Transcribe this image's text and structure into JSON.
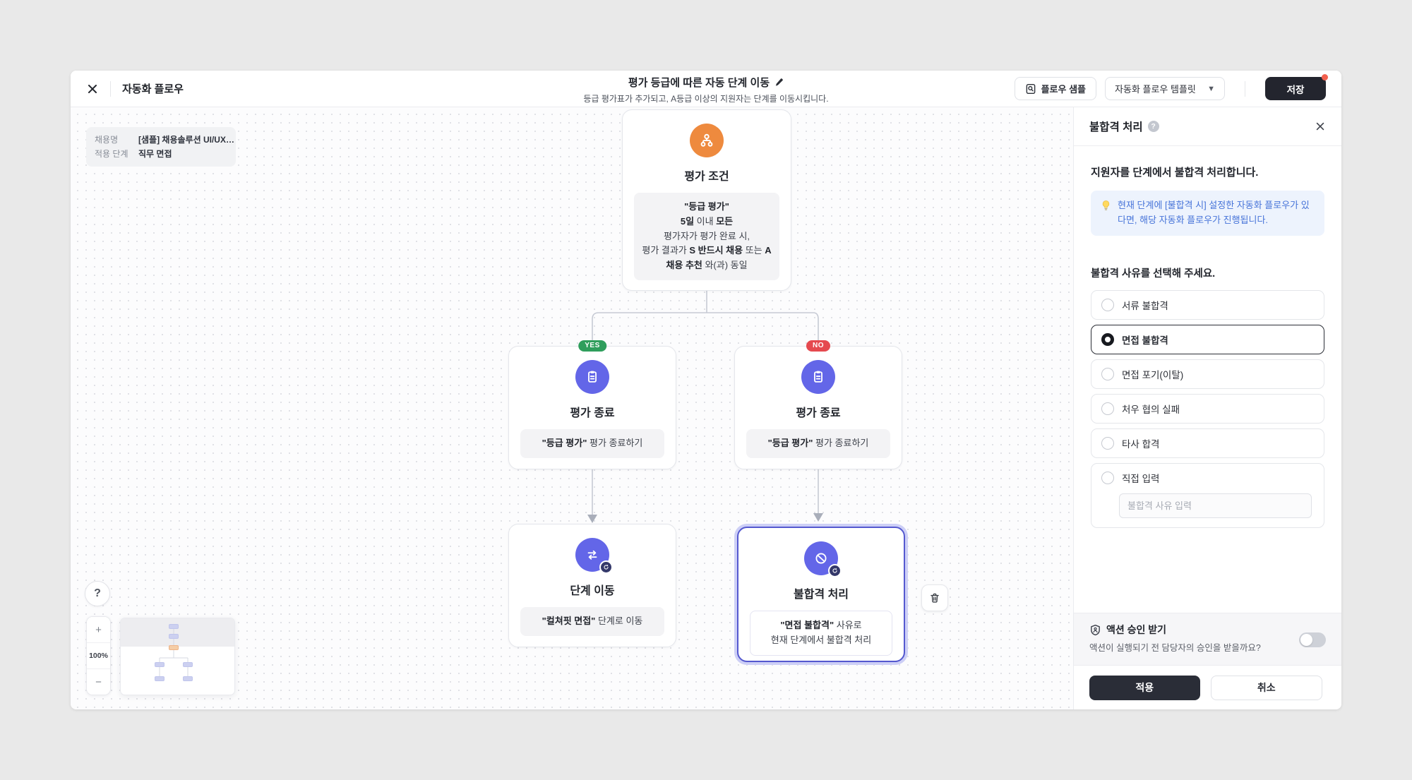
{
  "header": {
    "app_title": "자동화 플로우",
    "flow_title": "평가 등급에 따른 자동 단계 이동",
    "flow_subtitle": "등급 평가표가 추가되고, A등급 이상의 지원자는 단계를 이동시킵니다.",
    "sample_button_label": "플로우 샘플",
    "template_dropdown_label": "자동화 플로우 템플릿",
    "save_button_label": "저장",
    "save_has_notification": true
  },
  "canvas": {
    "info_card": {
      "recruit_label": "채용명",
      "recruit_value": "[샘플] 채용솔루션 UI/UX…",
      "stage_label": "적용 단계",
      "stage_value": "직무 면접"
    },
    "controls": {
      "help_label": "?",
      "zoom_in": "+",
      "zoom_level": "100%",
      "zoom_out": "−"
    }
  },
  "flow": {
    "yes_badge": "YES",
    "no_badge": "NO",
    "condition": {
      "title": "평가 조건",
      "lines": [
        [
          {
            "t": "\"등급 평가\"",
            "b": 1
          }
        ],
        [
          {
            "t": "5일",
            "b": 1
          },
          {
            "t": " 이내 ",
            "b": 0
          },
          {
            "t": "모든",
            "b": 1
          }
        ],
        [
          {
            "t": "평가자가 평가 완료 시,",
            "b": 0
          }
        ],
        [
          {
            "t": "평가 결과가 ",
            "b": 0
          },
          {
            "t": "S 반드시 채용",
            "b": 1
          },
          {
            "t": " 또는 ",
            "b": 0
          },
          {
            "t": "A",
            "b": 1
          }
        ],
        [
          {
            "t": "채용 추천",
            "b": 1
          },
          {
            "t": " 와(과) 동일",
            "b": 0
          }
        ]
      ]
    },
    "end_yes": {
      "title": "평가 종료",
      "lines": [
        [
          {
            "t": "\"등급 평가\"",
            "b": 1
          },
          {
            "t": " 평가 종료하기",
            "b": 0
          }
        ]
      ]
    },
    "end_no": {
      "title": "평가 종료",
      "lines": [
        [
          {
            "t": "\"등급 평가\"",
            "b": 1
          },
          {
            "t": " 평가 종료하기",
            "b": 0
          }
        ]
      ]
    },
    "move": {
      "title": "단계 이동",
      "lines": [
        [
          {
            "t": "\"컬쳐핏 면접\"",
            "b": 1
          },
          {
            "t": " 단계로 이동",
            "b": 0
          }
        ]
      ]
    },
    "reject": {
      "title": "불합격 처리",
      "lines": [
        [
          {
            "t": "\"면접 불합격\"",
            "b": 1
          },
          {
            "t": " 사유로",
            "b": 0
          }
        ],
        [
          {
            "t": "현재 단계에서 불합격 처리",
            "b": 0
          }
        ]
      ]
    }
  },
  "panel": {
    "title": "불합격 처리",
    "description": "지원자를 단계에서 불합격 처리합니다.",
    "tip": "현재 단계에 [불합격 시] 설정한 자동화 플로우가 있다면, 해당 자동화 플로우가 진행됩니다.",
    "reason_label": "불합격 사유를 선택해 주세요.",
    "options": [
      {
        "label": "서류 불합격",
        "selected": false
      },
      {
        "label": "면접 불합격",
        "selected": true
      },
      {
        "label": "면접 포기(이탈)",
        "selected": false
      },
      {
        "label": "처우 협의 실패",
        "selected": false
      },
      {
        "label": "타사 합격",
        "selected": false
      },
      {
        "label": "직접 입력",
        "selected": false,
        "input_placeholder": "불합격 사유 입력"
      }
    ],
    "approval": {
      "title": "액션 승인 받기",
      "description": "액션이 실행되기 전 담당자의 승인을 받을까요?",
      "enabled": false
    },
    "apply_label": "적용",
    "cancel_label": "취소"
  },
  "colors": {
    "accent_purple": "#6366e8",
    "accent_orange": "#ee8a3e",
    "yes_green": "#2f9e5c",
    "no_red": "#e5494f",
    "selection_purple": "#5458cf",
    "dark_button": "#23252e"
  }
}
